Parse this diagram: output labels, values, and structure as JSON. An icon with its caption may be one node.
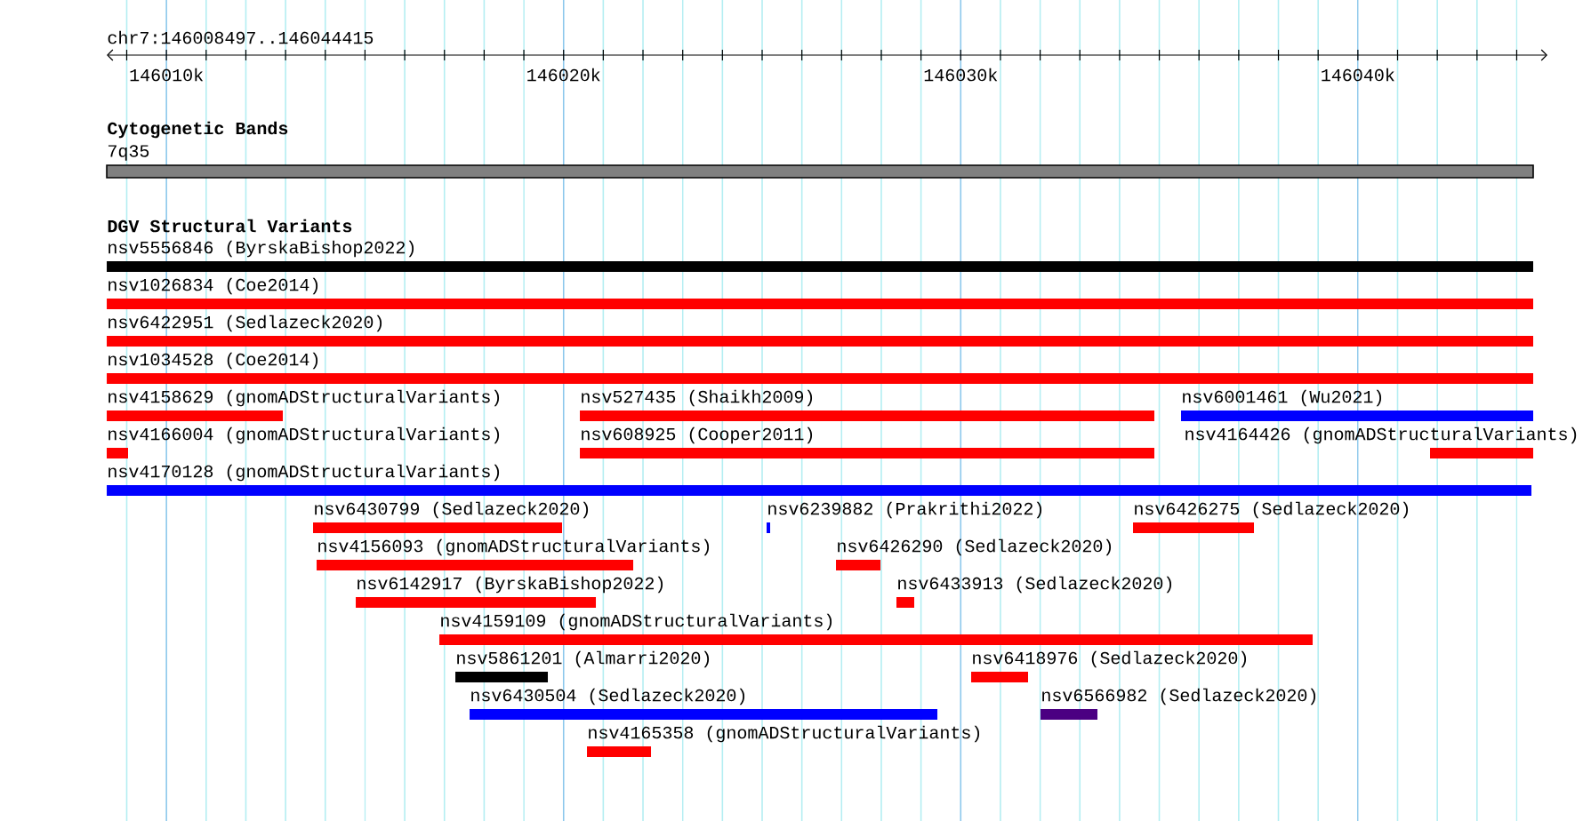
{
  "diagram": {
    "nodes": [
      {
        "text": [
          "7q35"
        ]
      },
      {
        "text": [
          "nsv5556846 (ByrskaBishop2022)"
        ]
      },
      {
        "text": [
          "nsv1026834 (Coe2014)"
        ]
      },
      {
        "text": [
          "nsv6422951 (Sedlazeck2020)"
        ]
      },
      {
        "text": [
          "nsv1034528 (Coe2014)"
        ]
      },
      {
        "text": [
          "nsv4158629 (gnomADStructuralVariants)"
        ]
      },
      {
        "text": [
          "nsv527435 (Shaikh2009)"
        ]
      },
      {
        "text": [
          "nsv6001461 (Wu2021)"
        ]
      },
      {
        "text": [
          "nsv4166004 (gnomADStructuralVariants)"
        ]
      },
      {
        "text": [
          "nsv608925 (Cooper2011)"
        ]
      },
      {
        "text": [
          "nsv4164426 (gnomADStructuralVariants)"
        ]
      },
      {
        "text": [
          "nsv4170128 (gnomADStructuralVariants)"
        ]
      },
      {
        "text": [
          "nsv6430799 (Sedlazeck2020)"
        ]
      },
      {
        "text": [
          "nsv6239882 (Prakrithi2022)"
        ]
      },
      {
        "text": [
          "nsv6426275 (Sedlazeck2020)"
        ]
      },
      {
        "text": [
          "nsv4156093 (gnomADStructuralVariants)"
        ]
      },
      {
        "text": [
          "nsv6426290 (Sedlazeck2020)"
        ]
      },
      {
        "text": [
          "nsv6142917 (ByrskaBishop2022)"
        ]
      },
      {
        "text": [
          "nsv6433913 (Sedlazeck2020)"
        ]
      },
      {
        "text": [
          "nsv4159109 (gnomADStructuralVariants)"
        ]
      },
      {
        "text": [
          "nsv5861201 (Almarri2020)"
        ]
      },
      {
        "text": [
          "nsv6418976 (Sedlazeck2020)"
        ]
      },
      {
        "text": [
          "nsv6430504 (Sedlazeck2020)"
        ]
      },
      {
        "text": [
          "nsv6566982 (Sedlazeck2020)"
        ]
      },
      {
        "text": [
          "nsv4165358 (gnomADStructuralVariants)"
        ]
      }
    ],
    "labels": [
      "chr7:146008497..146044415",
      "146010k",
      "146020k",
      "146030k",
      "146040k",
      "Cytogenetic Bands",
      "DGV Structural Variants"
    ]
  }
}
